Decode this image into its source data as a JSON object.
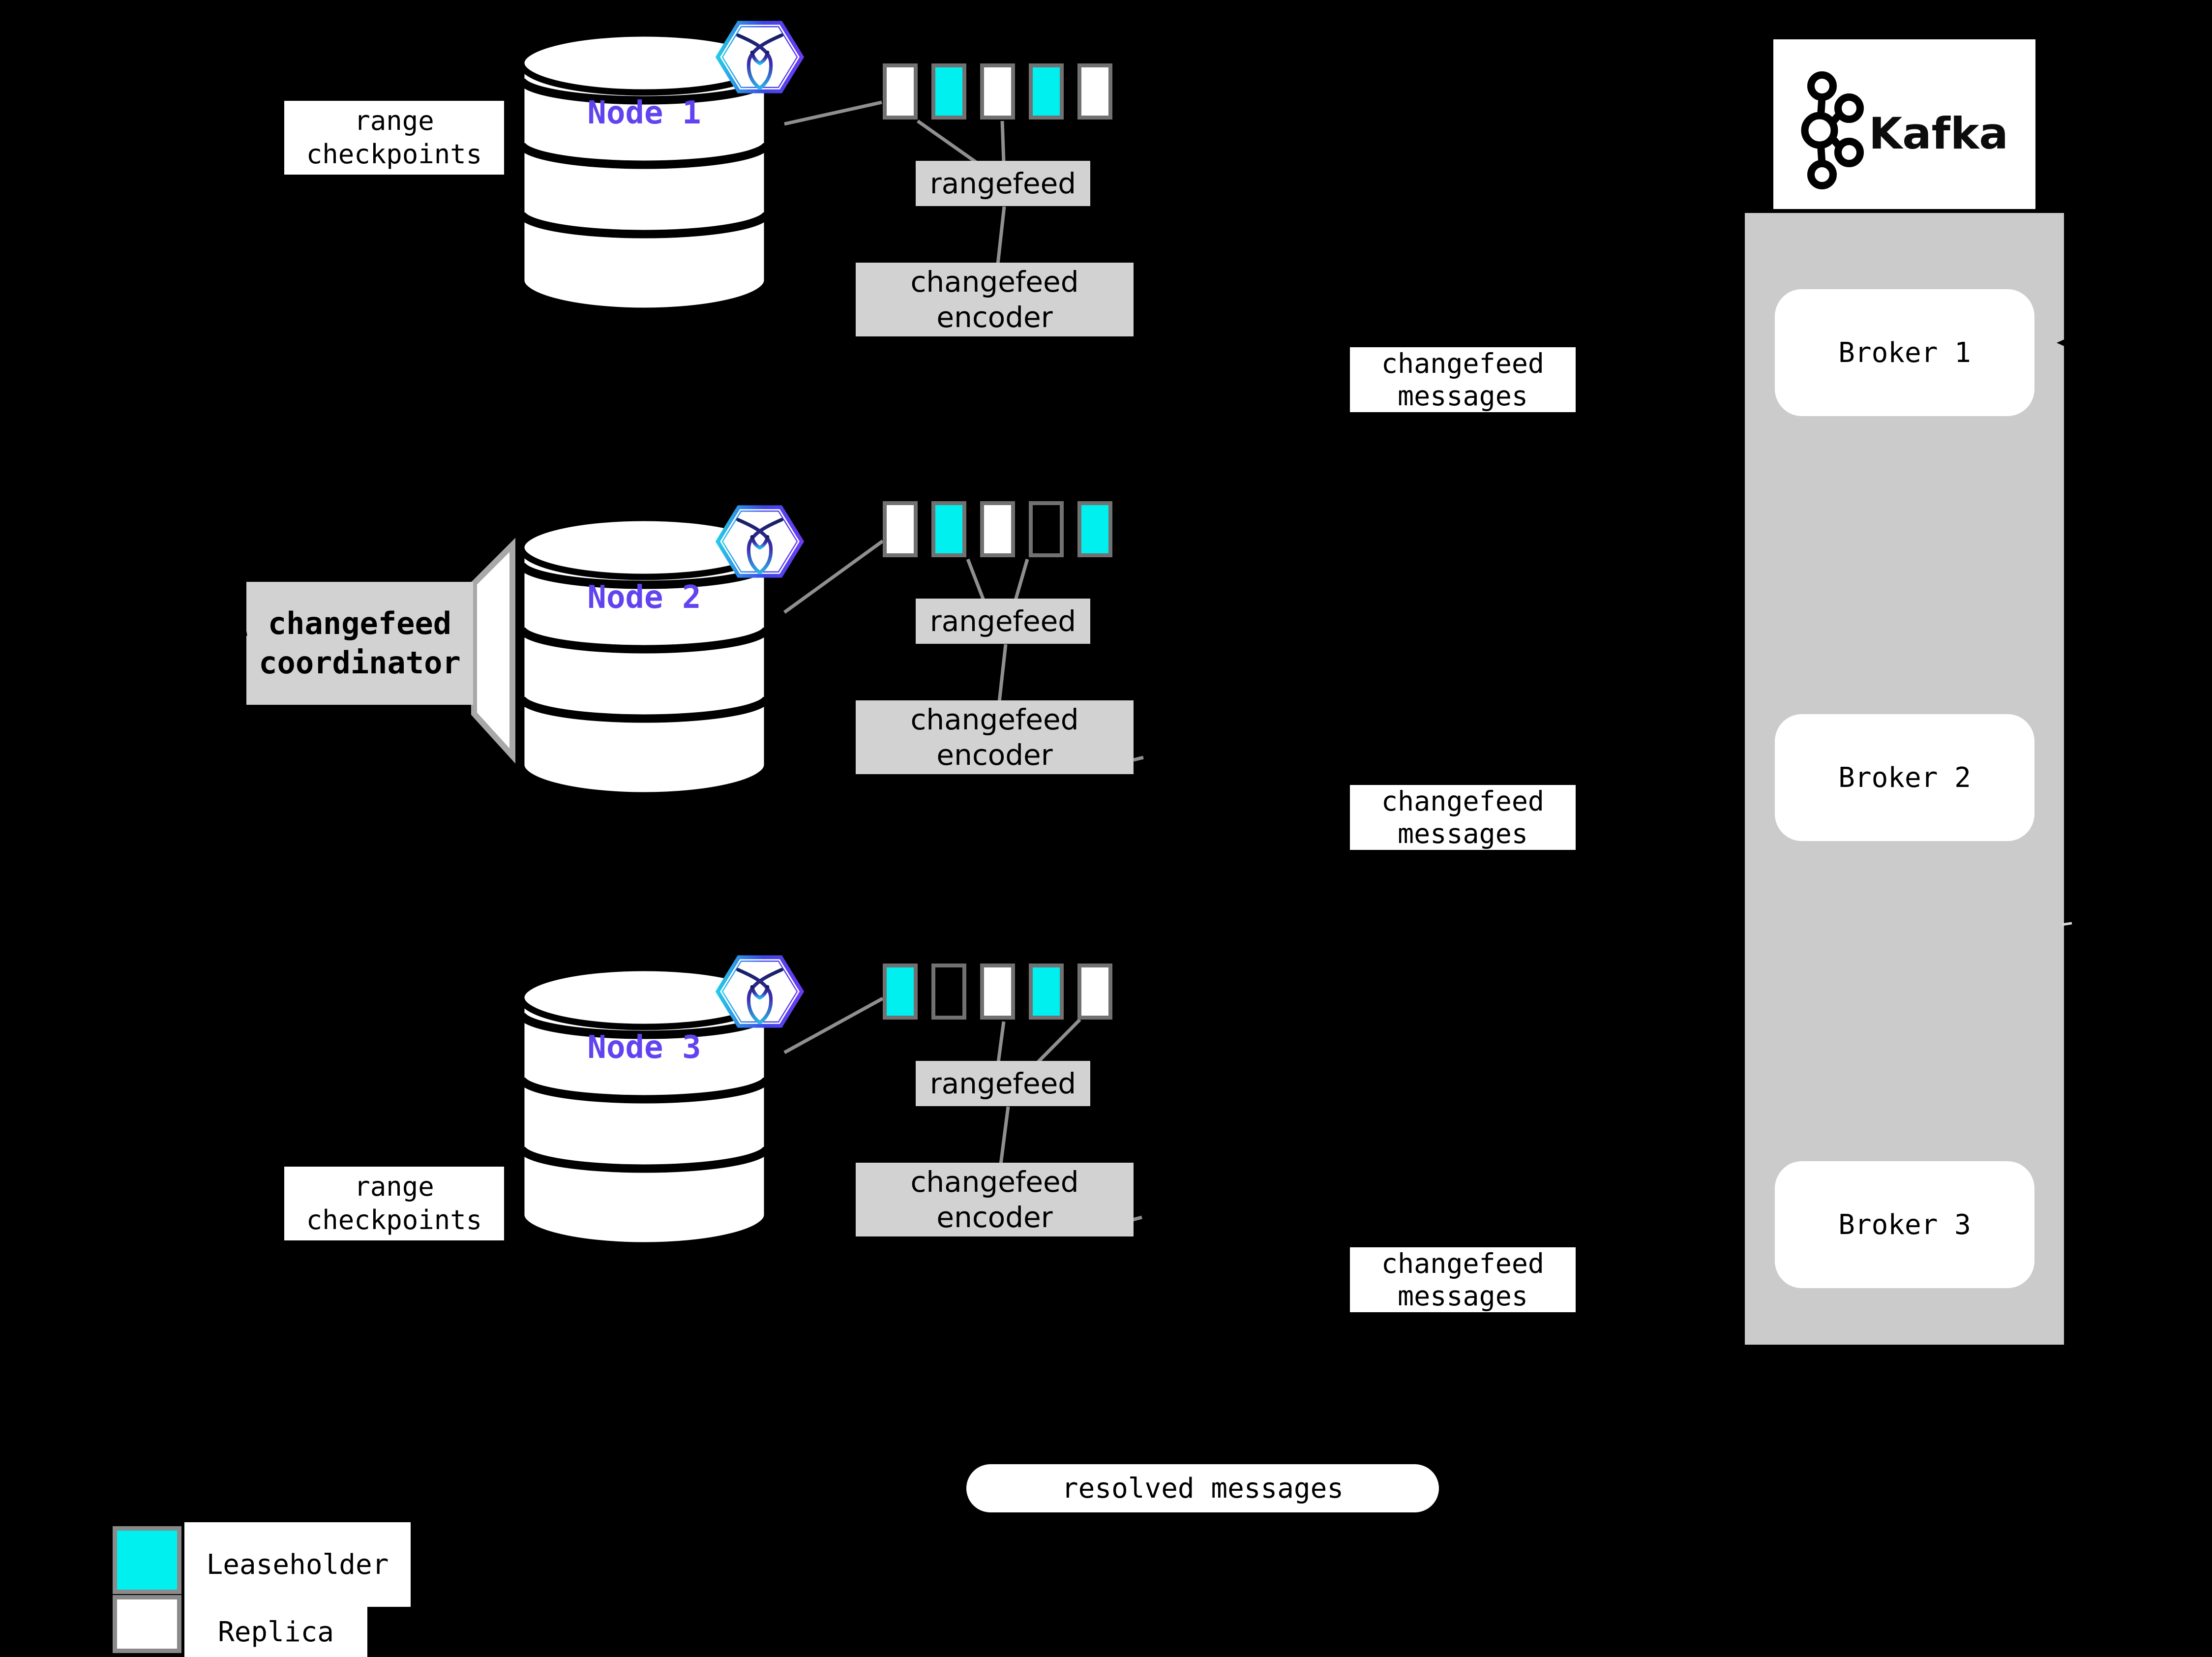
{
  "colors": {
    "leaseholder": "#00f0f0",
    "replica": "#ffffff",
    "node_label_purple": "#6243f0",
    "box_gray": "#d2d2d2",
    "kafka_container_gray": "#cbcbcb",
    "square_border_gray": "#717171",
    "connector_gray": "#8f8f8f",
    "background": "#000000"
  },
  "labels": {
    "range_checkpoints": "range checkpoints",
    "rangefeed": "rangefeed",
    "changefeed_encoder": "changefeed encoder",
    "changefeed_messages": "changefeed messages",
    "changefeed_coordinator": "changefeed coordinator",
    "resolved_messages": "resolved messages"
  },
  "nodes": [
    {
      "label": "Node 1",
      "ranges": [
        "replica",
        "leaseholder",
        "replica",
        "leaseholder",
        "replica"
      ]
    },
    {
      "label": "Node 2",
      "ranges": [
        "replica",
        "leaseholder",
        "replica",
        "empty",
        "leaseholder"
      ]
    },
    {
      "label": "Node 3",
      "ranges": [
        "leaseholder",
        "empty",
        "replica",
        "leaseholder",
        "replica"
      ]
    }
  ],
  "kafka": {
    "title": "Kafka",
    "brokers": [
      "Broker 1",
      "Broker 2",
      "Broker 3"
    ]
  },
  "legend": {
    "items": [
      {
        "label": "Leaseholder",
        "color_key": "leaseholder"
      },
      {
        "label": "Replica",
        "color_key": "replica"
      }
    ]
  }
}
